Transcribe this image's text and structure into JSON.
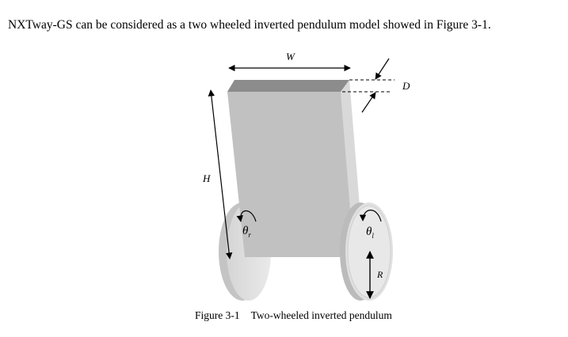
{
  "paragraph": "NXTway-GS can be considered as a two wheeled inverted pendulum model showed in Figure 3-1.",
  "figure": {
    "labels": {
      "width": "W",
      "depth": "D",
      "height": "H",
      "radius": "R",
      "theta_r_symbol": "θ",
      "theta_r_subscript": "r",
      "theta_l_symbol": "θ",
      "theta_l_subscript": "l"
    },
    "caption": {
      "number": "Figure 3-1",
      "title": "Two-wheeled inverted pendulum"
    }
  }
}
